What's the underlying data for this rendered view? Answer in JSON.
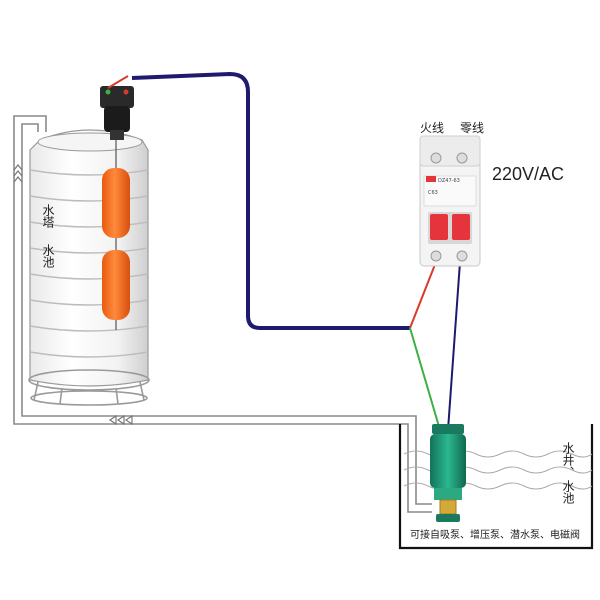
{
  "tank": {
    "label_top": "水塔",
    "label_bottom": "水池"
  },
  "breaker": {
    "live_label": "火线",
    "neutral_label": "零线",
    "voltage": "220V/AC",
    "model_text": "DZ47-63",
    "rating_text": "C63"
  },
  "well": {
    "label_top": "水井、",
    "label_bottom": "水池",
    "note": "可接自吸泵、增压泵、潜水泵、电磁阀"
  },
  "colors": {
    "live_wire": "#d93a2b",
    "neutral_wire": "#1e1a6e",
    "ground_wire": "#3cb043",
    "float_ball": "#f26a1b",
    "pipe": "#8a8a8a",
    "pump": "#1f9a7a",
    "breaker_handle": "#e5343b"
  },
  "icons": {
    "float_switch": "float-switch-icon",
    "breaker": "circuit-breaker-icon",
    "pump": "submersible-pump-icon"
  }
}
